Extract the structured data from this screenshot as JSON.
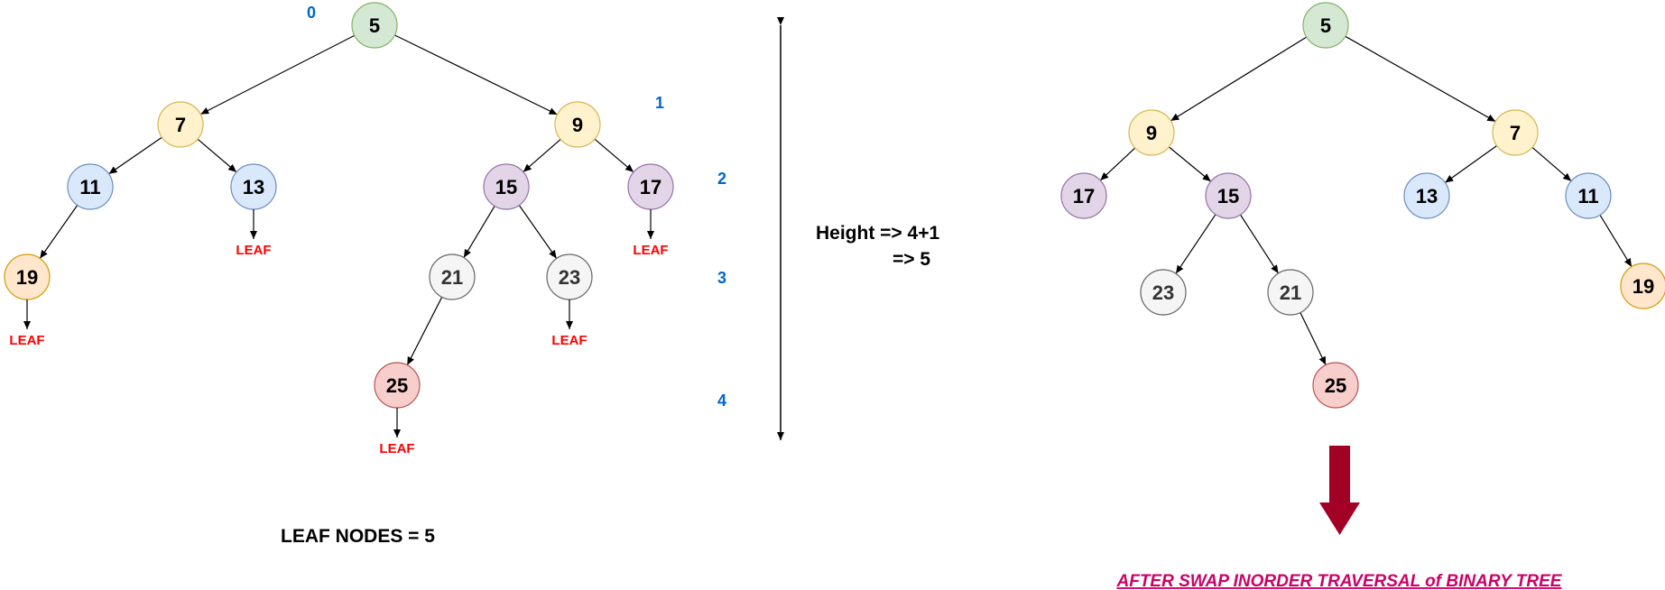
{
  "colors": {
    "green": {
      "fill": "#d5e8d4",
      "stroke": "#82b366"
    },
    "yellow": {
      "fill": "#fff2cc",
      "stroke": "#d6b656"
    },
    "blue": {
      "fill": "#dae8fc",
      "stroke": "#6c8ebf"
    },
    "purple": {
      "fill": "#e1d5e7",
      "stroke": "#9673a6"
    },
    "orange": {
      "fill": "#ffe6cc",
      "stroke": "#d79b00"
    },
    "gray": {
      "fill": "#f5f5f5",
      "stroke": "#666666"
    },
    "red": {
      "fill": "#f8cecc",
      "stroke": "#b85450"
    },
    "leaf_text": "#ff0000",
    "level_text": "#0066cc",
    "caption_text": "#cc0066",
    "arrow_fill": "#a20025"
  },
  "left_tree": {
    "nodes": [
      {
        "id": "L5",
        "label": "5",
        "color": "green"
      },
      {
        "id": "L7",
        "label": "7",
        "color": "yellow"
      },
      {
        "id": "L9",
        "label": "9",
        "color": "yellow"
      },
      {
        "id": "L11",
        "label": "11",
        "color": "blue"
      },
      {
        "id": "L13",
        "label": "13",
        "color": "blue"
      },
      {
        "id": "L15",
        "label": "15",
        "color": "purple"
      },
      {
        "id": "L17",
        "label": "17",
        "color": "purple"
      },
      {
        "id": "L19",
        "label": "19",
        "color": "orange"
      },
      {
        "id": "L21",
        "label": "21",
        "color": "gray"
      },
      {
        "id": "L23",
        "label": "23",
        "color": "gray"
      },
      {
        "id": "L25",
        "label": "25",
        "color": "red"
      }
    ],
    "edges": [
      [
        "L5",
        "L7"
      ],
      [
        "L5",
        "L9"
      ],
      [
        "L7",
        "L11"
      ],
      [
        "L7",
        "L13"
      ],
      [
        "L9",
        "L15"
      ],
      [
        "L9",
        "L17"
      ],
      [
        "L11",
        "L19"
      ],
      [
        "L15",
        "L21"
      ],
      [
        "L15",
        "L23"
      ],
      [
        "L21",
        "L25"
      ]
    ],
    "leaves": [
      {
        "node": "L13",
        "label": "LEAF"
      },
      {
        "node": "L17",
        "label": "LEAF"
      },
      {
        "node": "L19",
        "label": "LEAF"
      },
      {
        "node": "L23",
        "label": "LEAF"
      },
      {
        "node": "L25",
        "label": "LEAF"
      }
    ],
    "levels": [
      "0",
      "1",
      "2",
      "3",
      "4"
    ],
    "leaf_count_text": "LEAF NODES = 5"
  },
  "height": {
    "line1": "Height => 4+1",
    "line2": "=> 5"
  },
  "right_tree": {
    "nodes": [
      {
        "id": "R5",
        "label": "5",
        "color": "green"
      },
      {
        "id": "R9",
        "label": "9",
        "color": "yellow"
      },
      {
        "id": "R7",
        "label": "7",
        "color": "yellow"
      },
      {
        "id": "R17",
        "label": "17",
        "color": "purple"
      },
      {
        "id": "R15",
        "label": "15",
        "color": "purple"
      },
      {
        "id": "R13",
        "label": "13",
        "color": "blue"
      },
      {
        "id": "R11",
        "label": "11",
        "color": "blue"
      },
      {
        "id": "R23",
        "label": "23",
        "color": "gray"
      },
      {
        "id": "R21",
        "label": "21",
        "color": "gray"
      },
      {
        "id": "R19",
        "label": "19",
        "color": "orange"
      },
      {
        "id": "R25",
        "label": "25",
        "color": "red"
      }
    ],
    "edges": [
      [
        "R5",
        "R9"
      ],
      [
        "R5",
        "R7"
      ],
      [
        "R9",
        "R17"
      ],
      [
        "R9",
        "R15"
      ],
      [
        "R7",
        "R13"
      ],
      [
        "R7",
        "R11"
      ],
      [
        "R15",
        "R23"
      ],
      [
        "R15",
        "R21"
      ],
      [
        "R11",
        "R19"
      ],
      [
        "R21",
        "R25"
      ]
    ],
    "caption": "AFTER SWAP INORDER TRAVERSAL of BINARY TREE"
  }
}
